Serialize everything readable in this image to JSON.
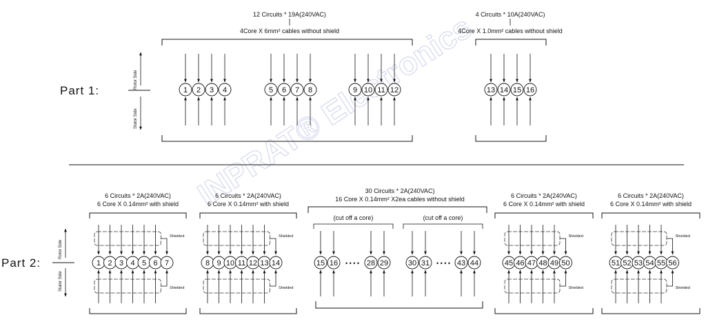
{
  "watermark": "INPRAT® Electronics",
  "part1": {
    "label": "Part  1:",
    "rotor_side": "Rotor Side",
    "stator_side": "Stator Side",
    "group_a": {
      "title": "12 Circuits * 19A(240VAC)",
      "cable": "4Core X 6mm² cables without shield",
      "numbers": [
        "1",
        "2",
        "3",
        "4",
        "5",
        "6",
        "7",
        "8",
        "9",
        "10",
        "11",
        "12"
      ]
    },
    "group_b": {
      "title": "4 Circuits * 10A(240VAC)",
      "cable": "4Core X 1.0mm² cables without shield",
      "numbers": [
        "13",
        "14",
        "15",
        "16"
      ]
    }
  },
  "part2": {
    "label": "Part  2:",
    "rotor_side": "Rotor Side",
    "stator_side": "Stator Side",
    "shielded": "Shielded",
    "g1": {
      "title": "6 Circuits * 2A(240VAC)",
      "cable": "6 Core X 0.14mm² with shield",
      "numbers": [
        "1",
        "2",
        "3",
        "4",
        "5",
        "6",
        "7"
      ]
    },
    "g2": {
      "title": "6 Circuits * 2A(240VAC)",
      "cable": "6 Core X 0.14mm² with shield",
      "numbers": [
        "8",
        "9",
        "10",
        "11",
        "12",
        "13",
        "14"
      ]
    },
    "g3": {
      "title": "30 Circuits * 2A(240VAC)",
      "cable": "16 Core X 0.14mm² X2ea cables without shield",
      "cut_label": "(cut off a core)",
      "left_numbers": [
        "15",
        "16",
        "28",
        "29"
      ],
      "right_numbers": [
        "30",
        "31",
        "43",
        "44"
      ],
      "dots": "• • • •"
    },
    "g4": {
      "title": "6 Circuits * 2A(240VAC)",
      "cable": "6 Core X 0.14mm² with shield",
      "numbers": [
        "45",
        "46",
        "47",
        "48",
        "49",
        "50"
      ]
    },
    "g5": {
      "title": "6 Circuits * 2A(240VAC)",
      "cable": "6 Core X 0.14mm² with shield",
      "numbers": [
        "51",
        "52",
        "53",
        "54",
        "55",
        "56"
      ]
    }
  }
}
